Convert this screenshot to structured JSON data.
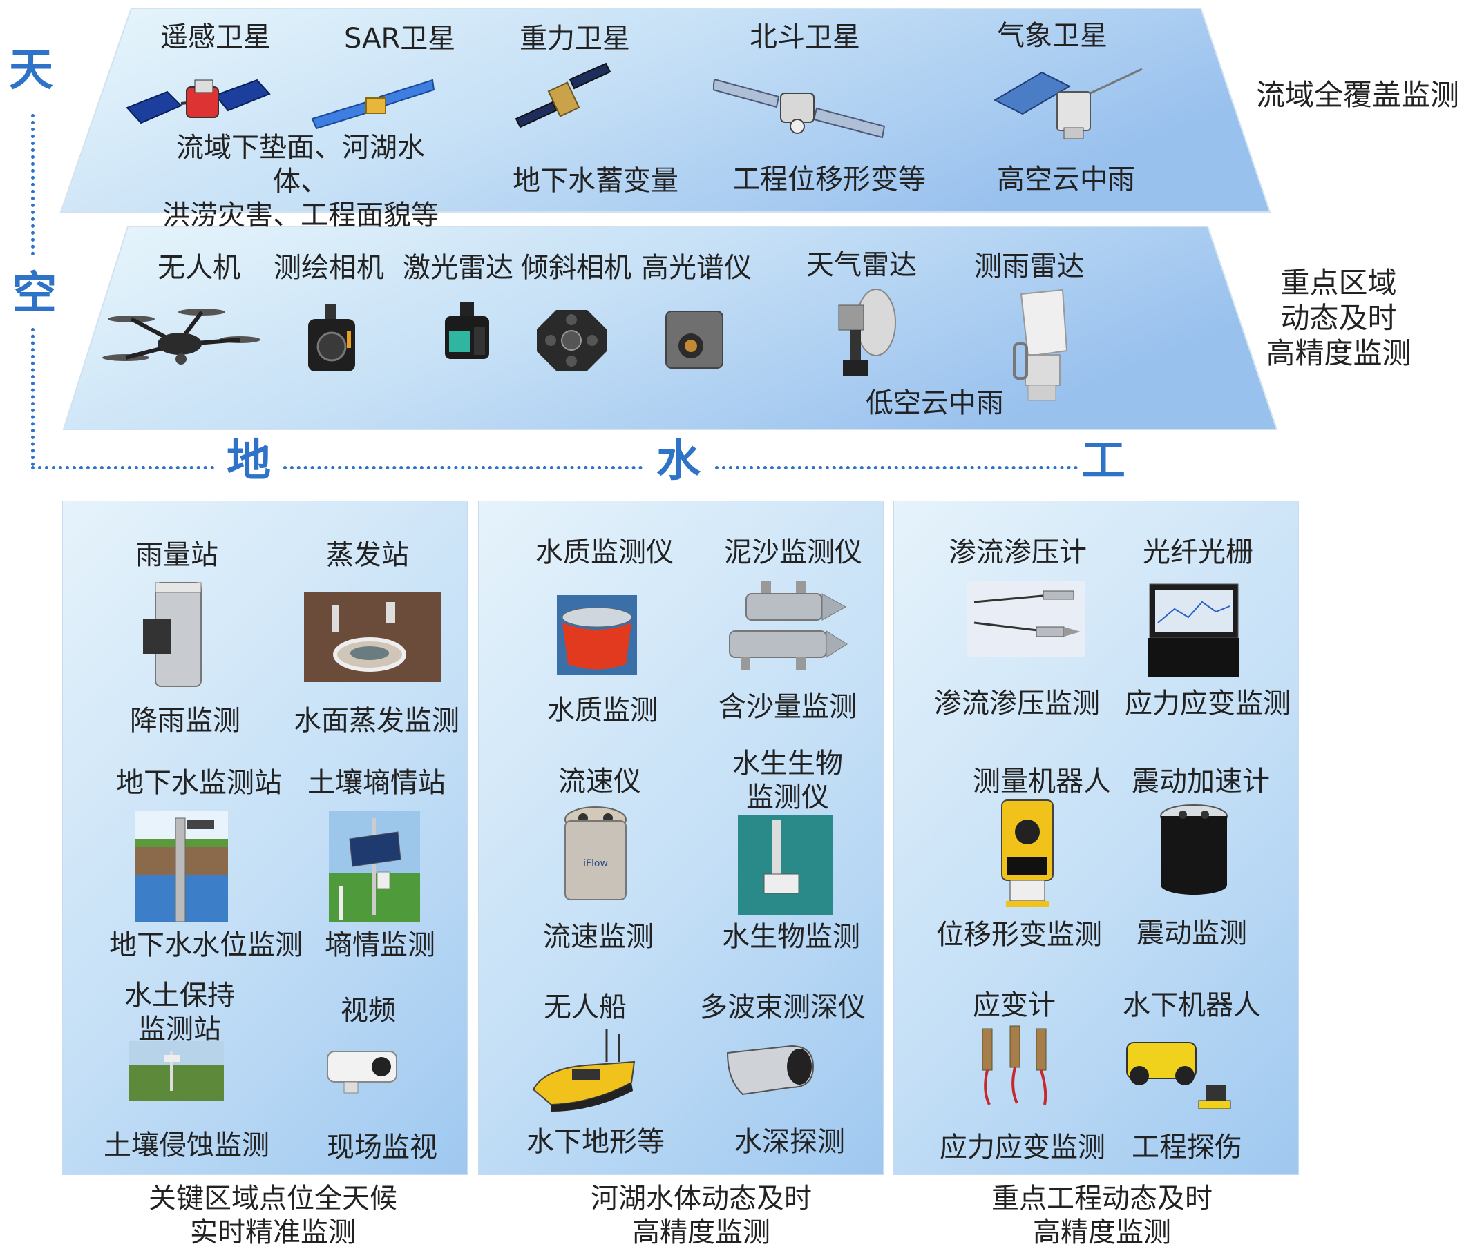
{
  "axis_labels": {
    "sky": "天",
    "air": "空",
    "ground": "地",
    "water": "水",
    "engineering": "工"
  },
  "satellite_layer": {
    "items": [
      {
        "name": "遥感卫星"
      },
      {
        "name": "SAR卫星"
      },
      {
        "name": "重力卫星"
      },
      {
        "name": "北斗卫星"
      },
      {
        "name": "气象卫星"
      }
    ],
    "desc_rs_line1": "流域下垫面、河湖水体、",
    "desc_rs_line2": "洪涝灾害、工程面貌等",
    "desc_gravity": "地下水蓄变量",
    "desc_beidou": "工程位移形变等",
    "desc_meteo": "高空云中雨",
    "side_label": "流域全覆盖监测"
  },
  "air_layer": {
    "items": [
      {
        "name": "无人机"
      },
      {
        "name": "测绘相机"
      },
      {
        "name": "激光雷达"
      },
      {
        "name": "倾斜相机"
      },
      {
        "name": "高光谱仪"
      },
      {
        "name": "天气雷达"
      },
      {
        "name": "测雨雷达"
      }
    ],
    "desc_radar": "低空云中雨",
    "side_line1": "重点区域",
    "side_line2": "动态及时",
    "side_line3": "高精度监测"
  },
  "ground_panel": {
    "items": [
      {
        "name": "雨量站",
        "desc": "降雨监测"
      },
      {
        "name": "蒸发站",
        "desc": "水面蒸发监测"
      },
      {
        "name": "地下水监测站",
        "desc": "地下水水位监测"
      },
      {
        "name": "土壤墒情站",
        "desc": "墒情监测"
      },
      {
        "name_line1": "水土保持",
        "name_line2": "监测站",
        "desc": "土壤侵蚀监测"
      },
      {
        "name": "视频",
        "desc": "现场监视"
      }
    ],
    "caption_line1": "关键区域点位全天候",
    "caption_line2": "实时精准监测"
  },
  "water_panel": {
    "items": [
      {
        "name": "水质监测仪",
        "desc": "水质监测"
      },
      {
        "name": "泥沙监测仪",
        "desc": "含沙量监测"
      },
      {
        "name": "流速仪",
        "desc": "流速监测"
      },
      {
        "name_line1": "水生生物",
        "name_line2": "监测仪",
        "desc": "水生物监测"
      },
      {
        "name": "无人船",
        "desc": "水下地形等"
      },
      {
        "name": "多波束测深仪",
        "desc": "水深探测"
      }
    ],
    "caption_line1": "河湖水体动态及时",
    "caption_line2": "高精度监测"
  },
  "engineering_panel": {
    "items": [
      {
        "name": "渗流渗压计",
        "desc": "渗流渗压监测"
      },
      {
        "name": "光纤光栅",
        "desc": "应力应变监测"
      },
      {
        "name": "测量机器人",
        "desc": "位移形变监测"
      },
      {
        "name": "震动加速计",
        "desc": "震动监测"
      },
      {
        "name": "应变计",
        "desc": "应力应变监测"
      },
      {
        "name": "水下机器人",
        "desc": "工程探伤"
      }
    ],
    "caption_line1": "重点工程动态及时",
    "caption_line2": "高精度监测"
  },
  "device_logo_text": "iFlow",
  "colors": {
    "accent": "#2e73c8",
    "panel_light": "#e6f3fb",
    "panel_dark": "#9fc8f0"
  }
}
